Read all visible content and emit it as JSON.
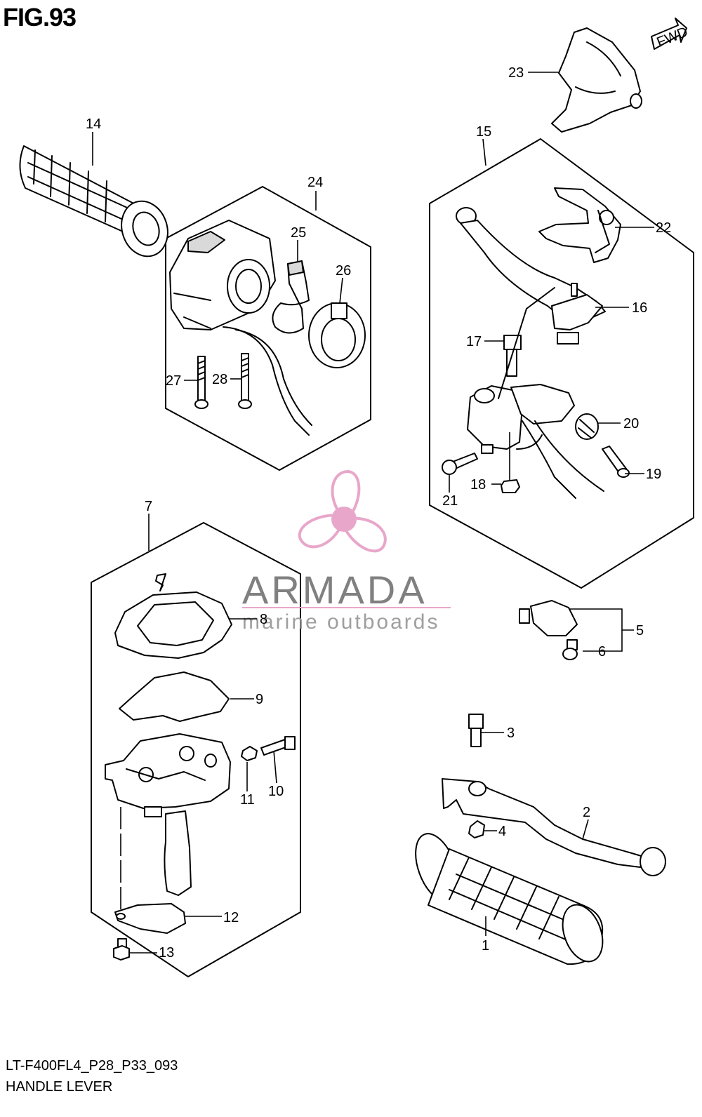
{
  "figure": {
    "title": "FIG.93",
    "model_code": "LT-F400FL4_P28_P33_093",
    "name": "HANDLE LEVER",
    "fwd_label": "FWD"
  },
  "watermark": {
    "brand": "ARMADA",
    "tagline": "marine outboards",
    "logo_color": "#e7a3c8"
  },
  "callouts": [
    "1",
    "2",
    "3",
    "4",
    "5",
    "6",
    "7",
    "8",
    "9",
    "10",
    "11",
    "12",
    "13",
    "14",
    "15",
    "16",
    "17",
    "18",
    "19",
    "20",
    "21",
    "22",
    "23",
    "24",
    "25",
    "26",
    "27",
    "28"
  ]
}
